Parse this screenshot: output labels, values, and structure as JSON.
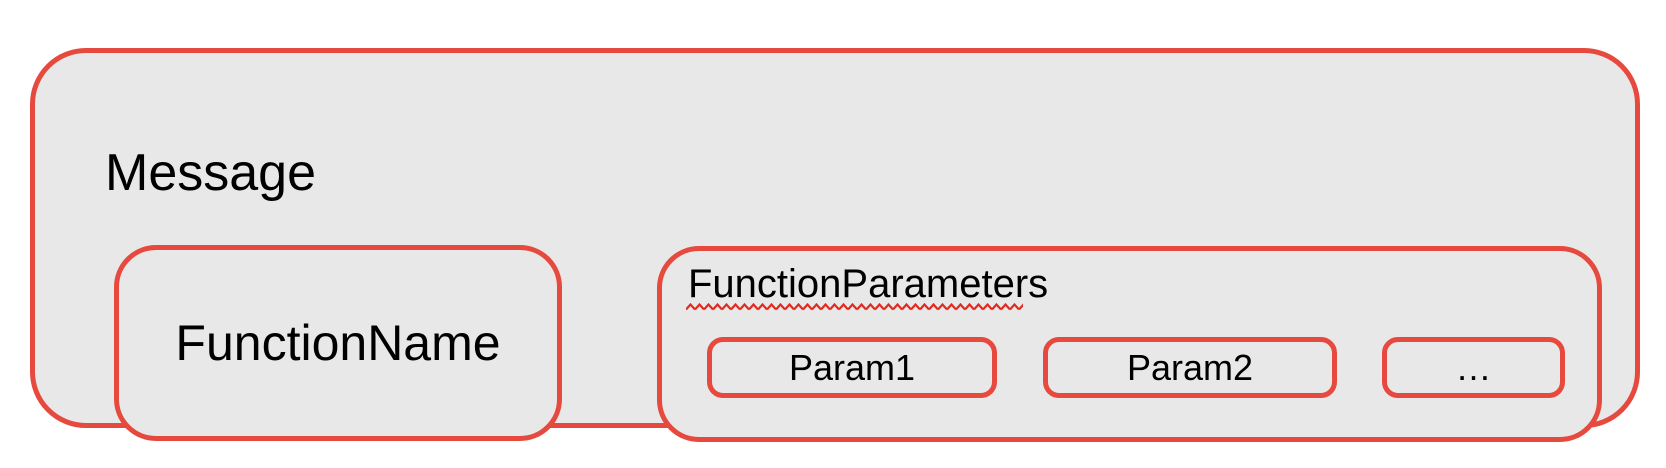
{
  "colors": {
    "border_red": "#e64a3e",
    "squiggle_red": "#e02b20",
    "box_fill": "#e8e8e8",
    "text": "#000000",
    "page_background": "#ffffff"
  },
  "diagram": {
    "message_label": "Message",
    "function_name_label": "FunctionName",
    "function_parameters_label": "FunctionParameters",
    "params": [
      {
        "label": "Param1"
      },
      {
        "label": "Param2"
      },
      {
        "label": "…"
      }
    ]
  }
}
